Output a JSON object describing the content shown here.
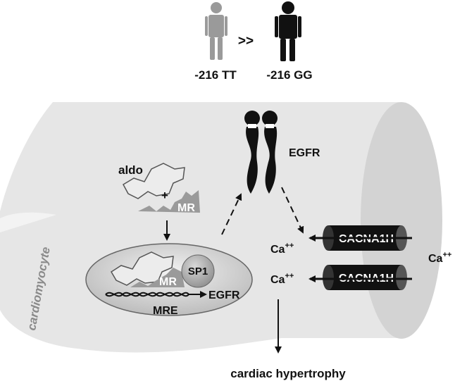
{
  "people": {
    "left_genotype": "-216 TT",
    "right_genotype": "-216 GG",
    "comparison": ">>"
  },
  "cell": {
    "label": "cardiomyocyte"
  },
  "receptor": {
    "label": "EGFR"
  },
  "nucleus": {
    "ligand_label": "aldo",
    "plus_sign": "+",
    "receptor_label": "MR",
    "complex_receptor_label": "MR",
    "cofactor_label": "SP1",
    "gene_target_label": "EGFR",
    "element_label": "MRE"
  },
  "channels": {
    "channel_1_label": "CACNA1H",
    "channel_2_label": "CACNA1H",
    "ion_in_1": "Ca",
    "ion_in_1_sup": "++",
    "ion_in_2": "Ca",
    "ion_in_2_sup": "++",
    "ion_out": "Ca",
    "ion_out_sup": "++"
  },
  "outcome": {
    "label": "cardiac hypertrophy"
  },
  "colors": {
    "cell_fill": "#e6e6e6",
    "cell_end": "#d2d2d2",
    "person_light": "#9a9a9a",
    "person_dark": "#111111",
    "channel_fill": "#111111",
    "nucleus_fill": "#cfcfcf"
  }
}
